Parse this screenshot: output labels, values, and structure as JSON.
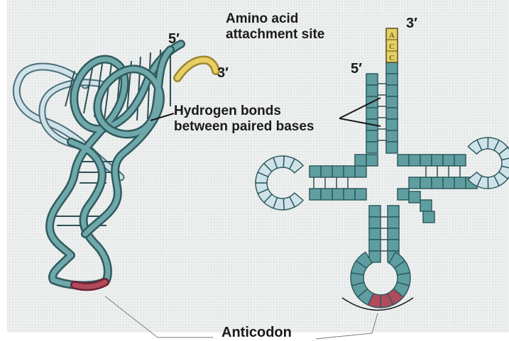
{
  "labels": {
    "amino_line1": "Amino acid",
    "amino_line2": "attachment site",
    "hbond_line1": "Hydrogen bonds",
    "hbond_line2": "between paired bases",
    "anticodon": "Anticodon",
    "left_5prime": "5′",
    "left_3prime": "3′",
    "right_5prime": "5′",
    "right_3prime": "3′",
    "acc_bases": [
      "A",
      "C",
      "C"
    ]
  },
  "colors": {
    "strand_fill": "#5f9ea0",
    "strand_dark": "#2f5b5e",
    "loop_pale": "#cfe2ea",
    "anticodon": "#b14a5a",
    "acc_end": "#e7cf63"
  }
}
